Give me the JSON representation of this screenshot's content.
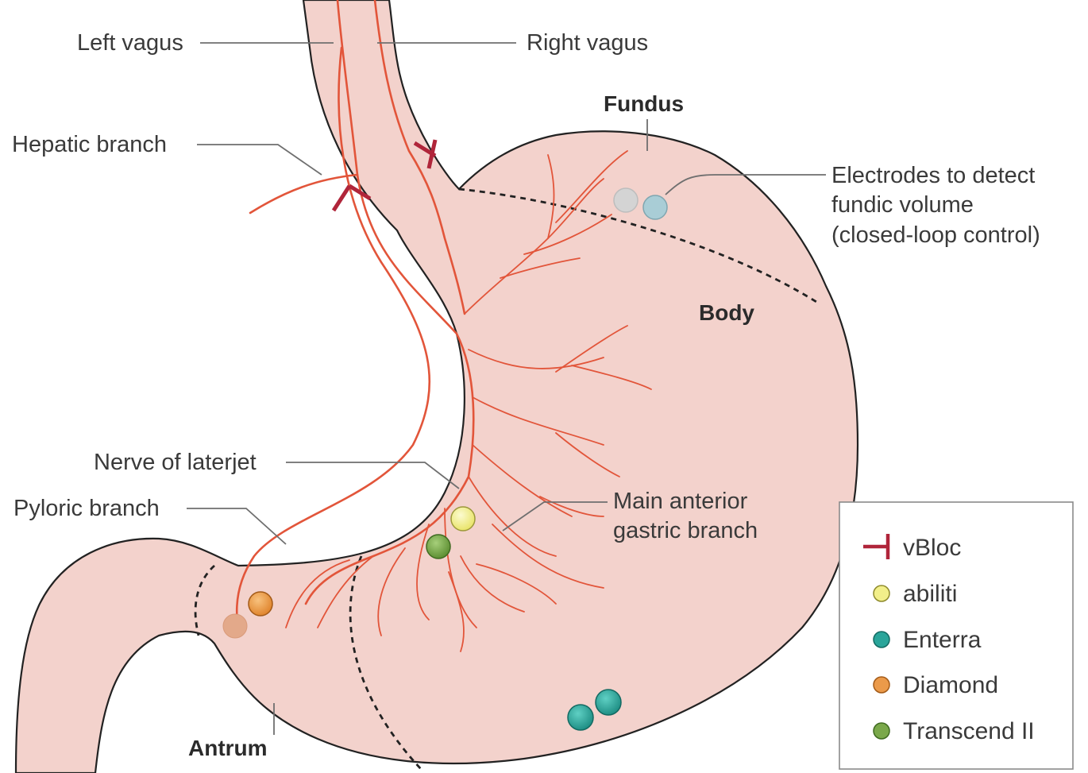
{
  "labels": {
    "left_vagus": "Left vagus",
    "right_vagus": "Right vagus",
    "hepatic_branch": "Hepatic branch",
    "fundus": "Fundus",
    "electrodes_line1": "Electrodes to detect",
    "electrodes_line2": "fundic volume",
    "electrodes_line3": "(closed-loop control)",
    "body": "Body",
    "nerve_of_laterjet": "Nerve of laterjet",
    "pyloric_branch": "Pyloric branch",
    "main_anterior_line1": "Main anterior",
    "main_anterior_line2": "gastric branch",
    "antrum": "Antrum"
  },
  "legend": {
    "items": [
      {
        "label": "vBloc",
        "color": "#b0253a",
        "icon": "inhibitor-bar-icon"
      },
      {
        "label": "abiliti",
        "color": "#f2ef8a",
        "icon": "circle-icon"
      },
      {
        "label": "Enterra",
        "color": "#2aa59a",
        "icon": "circle-icon"
      },
      {
        "label": "Diamond",
        "color": "#eb9a4a",
        "icon": "circle-icon"
      },
      {
        "label": "Transcend II",
        "color": "#7aa84a",
        "icon": "circle-icon"
      }
    ]
  },
  "colors": {
    "stomach_fill": "#f3d2cc",
    "stomach_outline": "#222222",
    "nerve": "#e2553a",
    "vbloc": "#b0253a",
    "fundic_electrode_grey": "#d4d4d4",
    "fundic_electrode_blue": "#a9cdd6",
    "diamond_faded": "#e3a98a"
  }
}
